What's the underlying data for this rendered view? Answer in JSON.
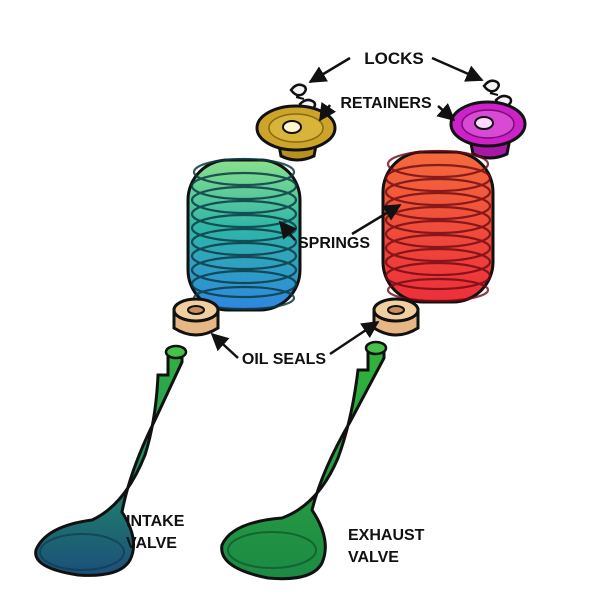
{
  "labels": {
    "locks": "LOCKS",
    "retainers": "RETAINERS",
    "springs": "SPRINGS",
    "oil_seals": "OIL SEALS",
    "intake_line1": "INTAKE",
    "intake_line2": "VALVE",
    "exhaust_line1": "EXHAUST",
    "exhaust_line2": "VALVE"
  },
  "colors": {
    "intake_retainer": "#c9a227",
    "exhaust_retainer": "#cc22c8",
    "intake_spring_top": "#86dc86",
    "intake_spring_bottom": "#2f8be0",
    "exhaust_spring": "#f2502c",
    "oil_seal": "#f2cfa0",
    "valve_stem": "#2eae3c",
    "intake_head": "#1e5a78",
    "exhaust_head": "#1e8a40"
  }
}
